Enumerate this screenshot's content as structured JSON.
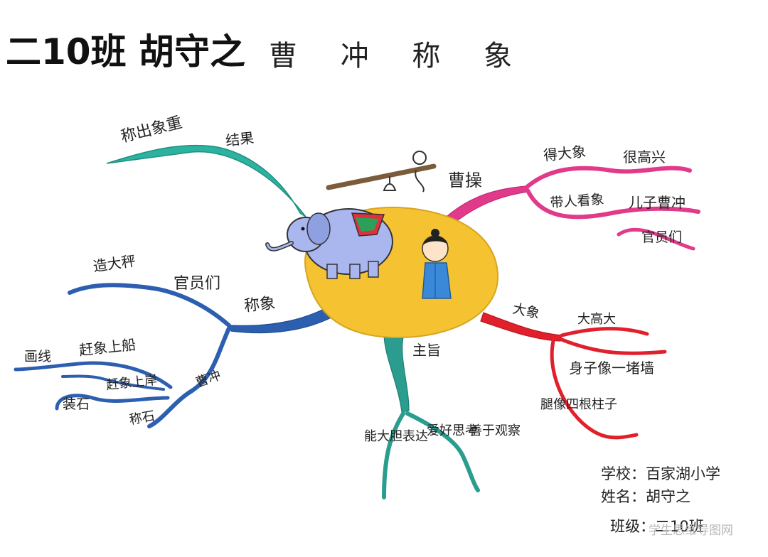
{
  "header": {
    "title": "二10班 胡守之",
    "subtitle": "曹 冲 称 象"
  },
  "center": {
    "elephant_icon": "elephant-icon",
    "boy_icon": "boy-cao-chong-icon",
    "steelyard_icon": "steelyard-icon"
  },
  "branches": {
    "result": {
      "label": "结果",
      "leaf": "称出象重",
      "color": "#2bb3a0"
    },
    "cao_cao": {
      "label": "曹操",
      "color": "#e23a8a",
      "de_xiang": "得大象",
      "hen_gao_xing": "很高兴",
      "dai_ren": "带人看象",
      "er_zi": "儿子曹冲",
      "guan_yuan": "官员们"
    },
    "weigh": {
      "label": "称象",
      "color": "#2d5fb0",
      "officials": "官员们",
      "scale": "造大秤",
      "cao_chong": "曹冲",
      "gan_xiang": "赶象上船",
      "hua_xian": "画线",
      "gan_xiang_an": "赶象上岸",
      "zhuang_shi": "装石",
      "cheng_shi": "称石"
    },
    "theme": {
      "label": "主旨",
      "color": "#2a9d8f",
      "a": "能大胆表达",
      "b": "爱好思考",
      "c": "善于观察"
    },
    "elephant": {
      "label": "大象",
      "color": "#e0202a",
      "a": "大高大",
      "b": "身子像一堵墙",
      "c": "腿像四根柱子"
    }
  },
  "info": {
    "school": "学校：百家湖小学",
    "name": "姓名：胡守之",
    "class": "班级：二10班"
  },
  "watermark": "学生思维导图网"
}
